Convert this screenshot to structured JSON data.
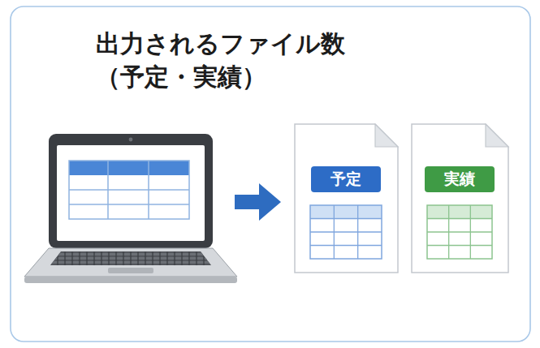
{
  "diagram": {
    "title": "出力されるファイル数 （予定・実績）",
    "nodes": [
      {
        "text": [
          "予定"
        ]
      },
      {
        "text": [
          "実績"
        ]
      }
    ]
  }
}
